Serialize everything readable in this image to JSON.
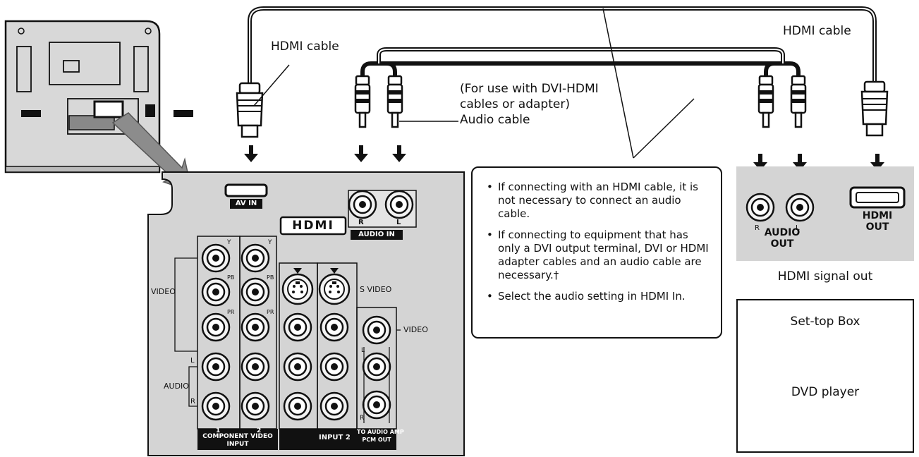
{
  "labels": {
    "hdmi_cable_left": "HDMI cable",
    "hdmi_cable_right": "HDMI cable",
    "dvi_note": "(For use with DVI-HDMI",
    "dvi_note_2": "cables or adapter)",
    "audio_cable": "Audio cable",
    "av_in": "AV IN",
    "hdmi_logo": "HDMI",
    "audio_in": "AUDIO IN",
    "r": "R",
    "l": "L",
    "video": "VIDEO",
    "audio": "AUDIO",
    "y": "Y",
    "pb": "PB",
    "pr": "PR",
    "s_video": "S VIDEO",
    "video_right": "VIDEO",
    "component_video_input": "COMPONENT VIDEO",
    "input_word": "INPUT",
    "input_2": "INPUT 2",
    "to_audio_amp": "TO AUDIO AMP",
    "pcm_out": "PCM OUT",
    "num_1": "1",
    "num_2": "2",
    "audio_out": "AUDIO",
    "audio_out_2": "OUT",
    "hdmi_out": "HDMI",
    "hdmi_out_2": "OUT",
    "hdmi_signal_out": "HDMI signal out",
    "set_top_box": "Set-top Box",
    "dvd_player": "DVD player"
  },
  "notes": [
    "If connecting with an HDMI cable, it is not necessary to connect an audio cable.",
    "If connecting to equipment that has only a DVI output terminal, DVI or HDMI adapter cables and an audio cable are necessary.†",
    "Select the audio setting in HDMI In."
  ],
  "colors": {
    "panel": "#d4d4d4",
    "cable": "#111111",
    "arrow": "#8c8c8c",
    "label_bar": "#111111"
  }
}
